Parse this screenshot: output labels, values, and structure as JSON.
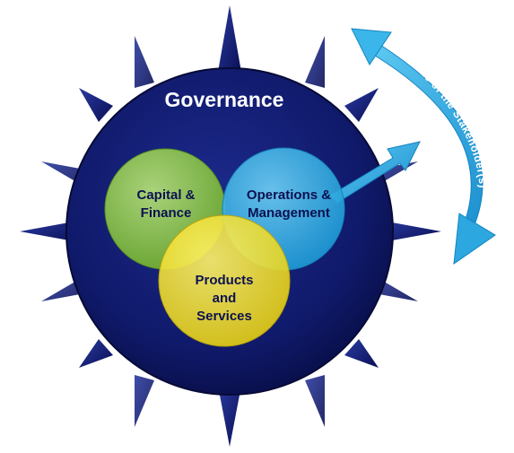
{
  "diagram": {
    "title": "Governance",
    "circles": {
      "capital": {
        "line1": "Capital &",
        "line2": "Finance"
      },
      "operations": {
        "line1": "Operations &",
        "line2": "Management"
      },
      "products": {
        "line1": "Products",
        "line2": "and",
        "line3": "Services"
      }
    },
    "arc_label": "Needs of the Stakeholder(s)"
  },
  "colors": {
    "navy": "#101a6b",
    "navy_dark": "#0a0f4a",
    "green": "#8cc63f",
    "blue": "#29abe2",
    "yellow": "#f2e21b",
    "arrow": "#27a9e1",
    "text_dark": "#0b1150",
    "text_light": "#ffffff"
  }
}
